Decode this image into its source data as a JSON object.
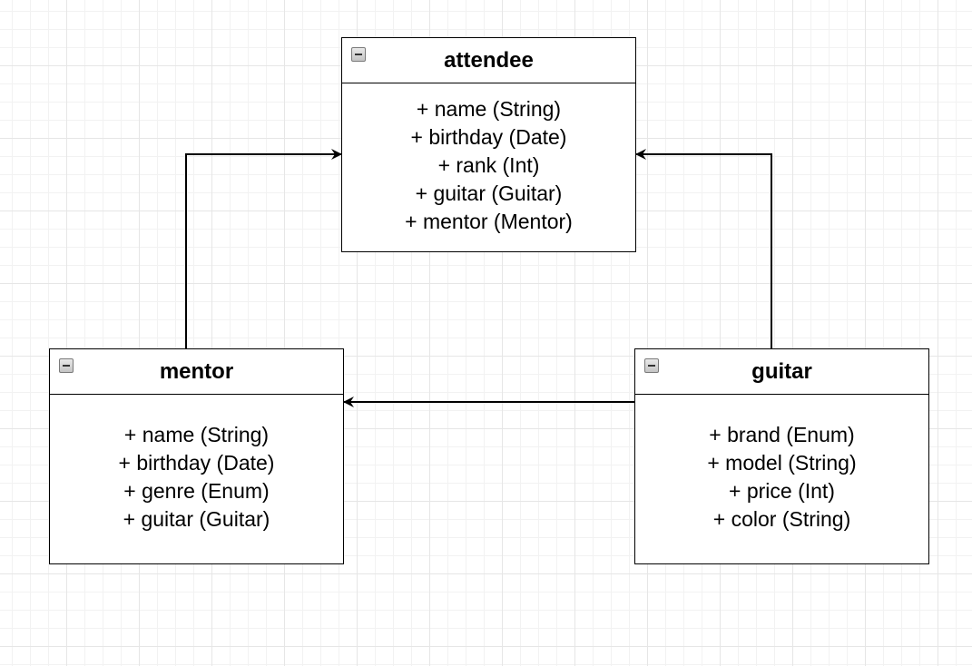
{
  "diagram": {
    "classes": [
      {
        "id": "attendee",
        "title": "attendee",
        "attributes": [
          "+ name (String)",
          "+ birthday (Date)",
          "+ rank (Int)",
          "+ guitar (Guitar)",
          "+ mentor (Mentor)"
        ]
      },
      {
        "id": "mentor",
        "title": "mentor",
        "attributes": [
          "+ name (String)",
          "+ birthday (Date)",
          "+ genre (Enum)",
          "+ guitar (Guitar)"
        ]
      },
      {
        "id": "guitar",
        "title": "guitar",
        "attributes": [
          "+ brand (Enum)",
          "+ model (String)",
          "+ price (Int)",
          "+ color (String)"
        ]
      }
    ],
    "connections": [
      {
        "from": "mentor",
        "to": "attendee"
      },
      {
        "from": "guitar",
        "to": "attendee"
      },
      {
        "from": "guitar",
        "to": "mentor"
      }
    ]
  }
}
